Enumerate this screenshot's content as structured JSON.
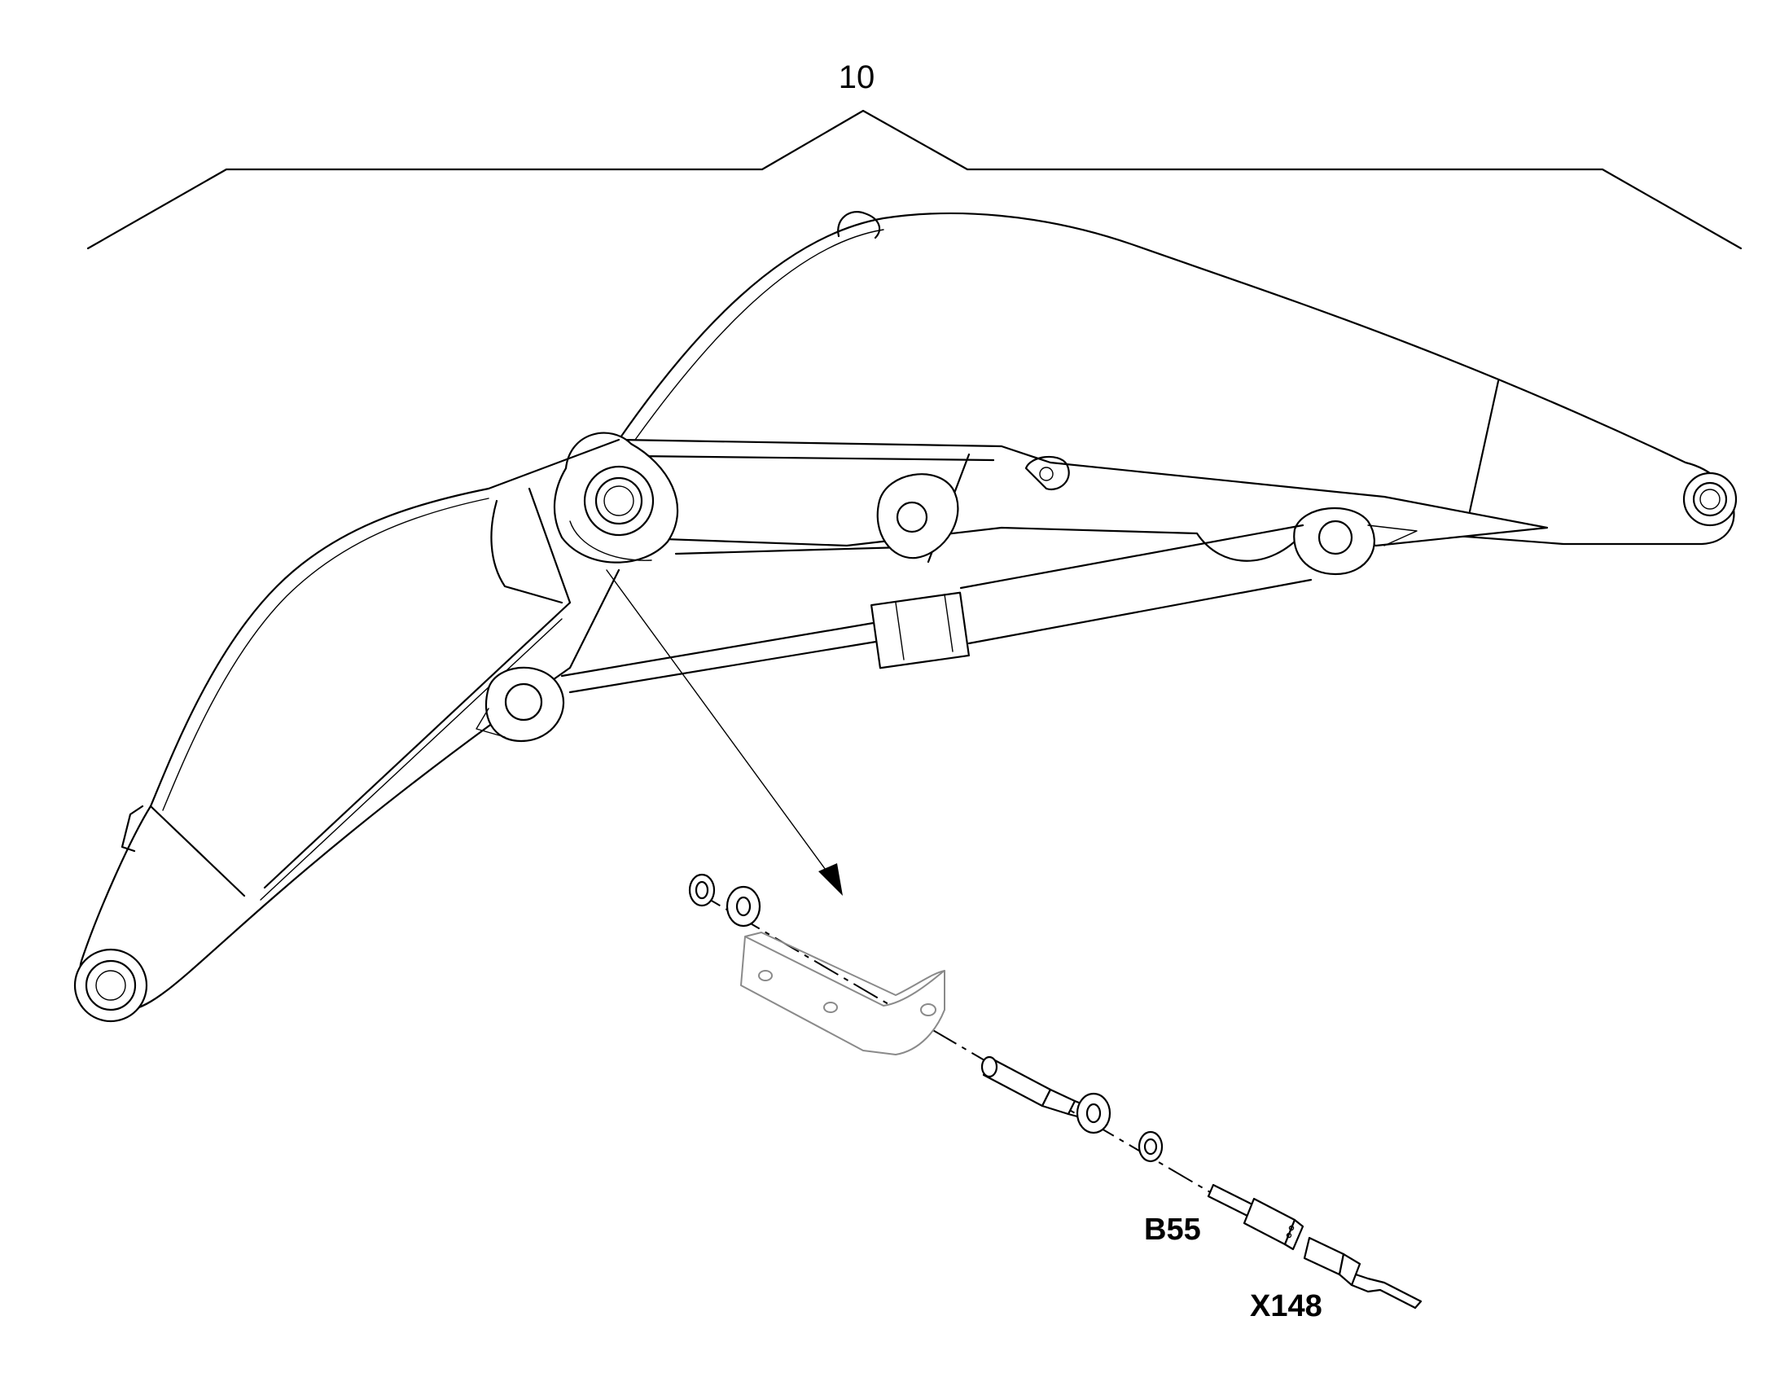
{
  "labels": {
    "item_number": "10",
    "sensor": "B55",
    "connector": "X148"
  }
}
